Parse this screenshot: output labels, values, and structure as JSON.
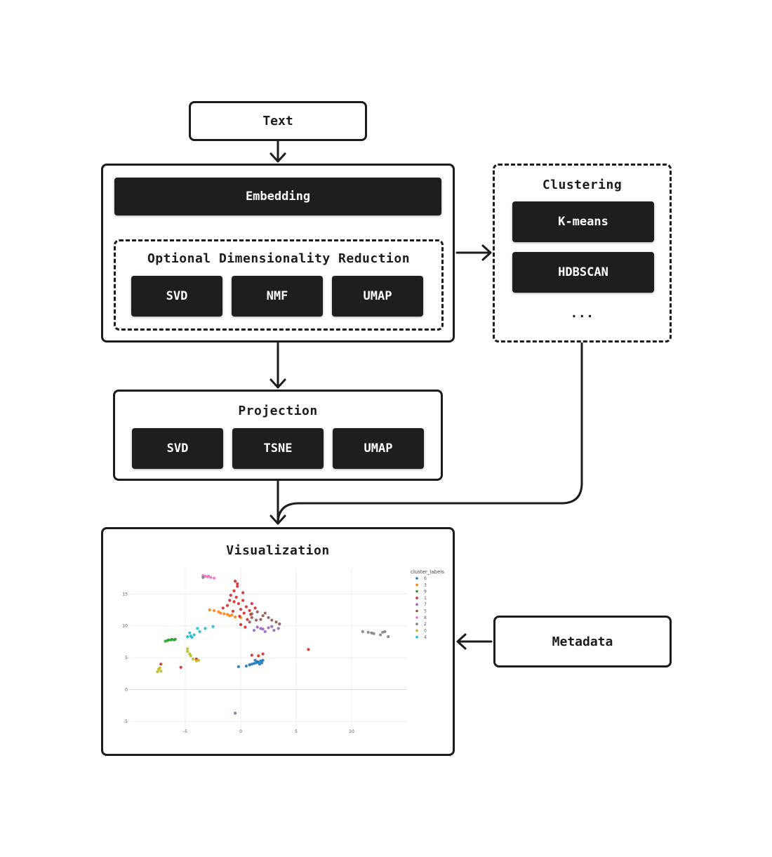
{
  "text_node": {
    "label": "Text"
  },
  "embedding_group": {
    "embedding_label": "Embedding",
    "reduction": {
      "title": "Optional Dimensionality Reduction",
      "methods": [
        "SVD",
        "NMF",
        "UMAP"
      ]
    }
  },
  "clustering": {
    "title": "Clustering",
    "methods": [
      "K-means",
      "HDBSCAN"
    ],
    "more": "..."
  },
  "projection": {
    "title": "Projection",
    "methods": [
      "SVD",
      "TSNE",
      "UMAP"
    ]
  },
  "visualization": {
    "title": "Visualization"
  },
  "metadata": {
    "label": "Metadata"
  },
  "chart_data": {
    "type": "scatter",
    "title": "",
    "xlabel": "",
    "ylabel": "",
    "xlim": [
      -10,
      15
    ],
    "ylim": [
      -6,
      19
    ],
    "x_ticks": [
      "-5",
      "0",
      "5",
      "10"
    ],
    "y_ticks": [
      "15",
      "10",
      "5",
      "0",
      "-5"
    ],
    "grid": true,
    "legend_position": "top-right",
    "legend_title": "cluster_labels",
    "legend": [
      "6",
      "3",
      "9",
      "1",
      "7",
      "5",
      "8",
      "2",
      "0",
      "4"
    ],
    "series": [
      {
        "name": "6",
        "color": "#1f77b4",
        "points": [
          [
            1.6,
            4.3
          ],
          [
            1.8,
            4.5
          ],
          [
            1.4,
            4.2
          ],
          [
            2.0,
            4.6
          ],
          [
            1.2,
            4.1
          ],
          [
            0.8,
            3.9
          ],
          [
            1.5,
            4.4
          ],
          [
            1.9,
            4.2
          ],
          [
            1.0,
            4.0
          ],
          [
            0.5,
            3.7
          ],
          [
            -0.2,
            3.6
          ],
          [
            1.3,
            4.6
          ],
          [
            1.7,
            4.0
          ]
        ]
      },
      {
        "name": "3",
        "color": "#ff7f0e",
        "points": [
          [
            -1.5,
            11.9
          ],
          [
            -2.0,
            12.2
          ],
          [
            -2.4,
            12.4
          ],
          [
            -1.0,
            11.6
          ],
          [
            -0.5,
            11.4
          ],
          [
            -2.8,
            12.5
          ],
          [
            -1.8,
            12.0
          ],
          [
            -0.8,
            11.7
          ],
          [
            0.0,
            11.3
          ],
          [
            -1.2,
            11.8
          ]
        ]
      },
      {
        "name": "9",
        "color": "#2ca02c",
        "points": [
          [
            -6.6,
            7.7
          ],
          [
            -6.3,
            7.8
          ],
          [
            -6.0,
            7.8
          ],
          [
            -6.8,
            7.6
          ],
          [
            -6.2,
            7.9
          ],
          [
            -6.5,
            7.8
          ],
          [
            -5.9,
            7.9
          ]
        ]
      },
      {
        "name": "1",
        "color": "#d62728",
        "points": [
          [
            -0.5,
            17.0
          ],
          [
            -0.3,
            16.2
          ],
          [
            -0.6,
            15.5
          ],
          [
            -0.9,
            14.8
          ],
          [
            -0.4,
            14.5
          ],
          [
            0.2,
            14.0
          ],
          [
            -0.2,
            13.5
          ],
          [
            -1.2,
            13.2
          ],
          [
            -1.6,
            12.8
          ],
          [
            0.5,
            13.0
          ],
          [
            0.0,
            12.6
          ],
          [
            -0.7,
            12.3
          ],
          [
            0.3,
            12.0
          ],
          [
            0.8,
            12.4
          ],
          [
            -0.1,
            11.5
          ],
          [
            0.6,
            11.0
          ],
          [
            0.0,
            10.2
          ],
          [
            0.4,
            9.8
          ],
          [
            -0.3,
            16.6
          ],
          [
            1.0,
            13.5
          ],
          [
            -1.0,
            14.0
          ],
          [
            0.2,
            15.2
          ],
          [
            -0.6,
            13.8
          ],
          [
            0.9,
            11.8
          ],
          [
            1.3,
            12.8
          ],
          [
            -5.4,
            3.5
          ],
          [
            -7.2,
            4.0
          ],
          [
            1.0,
            5.4
          ],
          [
            1.6,
            5.3
          ],
          [
            2.0,
            5.6
          ],
          [
            6.1,
            6.3
          ],
          [
            -4.0,
            4.8
          ]
        ]
      },
      {
        "name": "7",
        "color": "#9467bd",
        "points": [
          [
            1.5,
            9.8
          ],
          [
            2.0,
            9.5
          ],
          [
            2.5,
            9.7
          ],
          [
            3.0,
            9.3
          ],
          [
            1.2,
            9.3
          ],
          [
            2.8,
            9.9
          ],
          [
            2.2,
            9.1
          ],
          [
            3.4,
            9.6
          ],
          [
            1.8,
            9.6
          ],
          [
            -0.5,
            -3.7
          ]
        ]
      },
      {
        "name": "5",
        "color": "#8c564b",
        "points": [
          [
            1.0,
            11.9
          ],
          [
            1.5,
            12.2
          ],
          [
            2.0,
            11.6
          ],
          [
            2.5,
            11.3
          ],
          [
            1.8,
            11.0
          ],
          [
            2.8,
            10.9
          ],
          [
            3.2,
            10.6
          ],
          [
            0.8,
            10.6
          ],
          [
            1.4,
            10.9
          ],
          [
            2.2,
            12.0
          ],
          [
            3.5,
            10.3
          ],
          [
            1.0,
            11.3
          ]
        ]
      },
      {
        "name": "8",
        "color": "#e377c2",
        "points": [
          [
            -3.2,
            17.8
          ],
          [
            -3.0,
            17.7
          ],
          [
            -2.7,
            17.6
          ],
          [
            -2.4,
            17.5
          ],
          [
            -2.9,
            17.8
          ],
          [
            -3.4,
            17.9
          ]
        ]
      },
      {
        "name": "2",
        "color": "#7f7f7f",
        "points": [
          [
            11.0,
            9.1
          ],
          [
            11.5,
            9.0
          ],
          [
            12.0,
            8.8
          ],
          [
            12.6,
            8.6
          ],
          [
            13.0,
            9.1
          ],
          [
            13.3,
            8.3
          ],
          [
            12.8,
            9.0
          ],
          [
            11.8,
            8.9
          ],
          [
            -3.4,
            17.6
          ]
        ]
      },
      {
        "name": "0",
        "color": "#bcbd22",
        "points": [
          [
            -4.8,
            6.0
          ],
          [
            -4.5,
            5.3
          ],
          [
            -4.3,
            4.8
          ],
          [
            -4.0,
            4.5
          ],
          [
            -4.6,
            5.6
          ],
          [
            -7.4,
            3.2
          ],
          [
            -7.2,
            2.9
          ],
          [
            -7.5,
            2.8
          ],
          [
            -7.3,
            3.4
          ],
          [
            -3.8,
            4.6
          ],
          [
            -4.8,
            6.4
          ]
        ]
      },
      {
        "name": "4",
        "color": "#17becf",
        "points": [
          [
            -4.5,
            8.4
          ],
          [
            -4.2,
            8.6
          ],
          [
            -4.6,
            8.9
          ],
          [
            -4.8,
            8.3
          ],
          [
            -3.7,
            9.1
          ],
          [
            -3.2,
            9.6
          ],
          [
            -2.5,
            9.9
          ],
          [
            -4.4,
            8.2
          ],
          [
            -3.9,
            9.6
          ]
        ]
      }
    ]
  }
}
